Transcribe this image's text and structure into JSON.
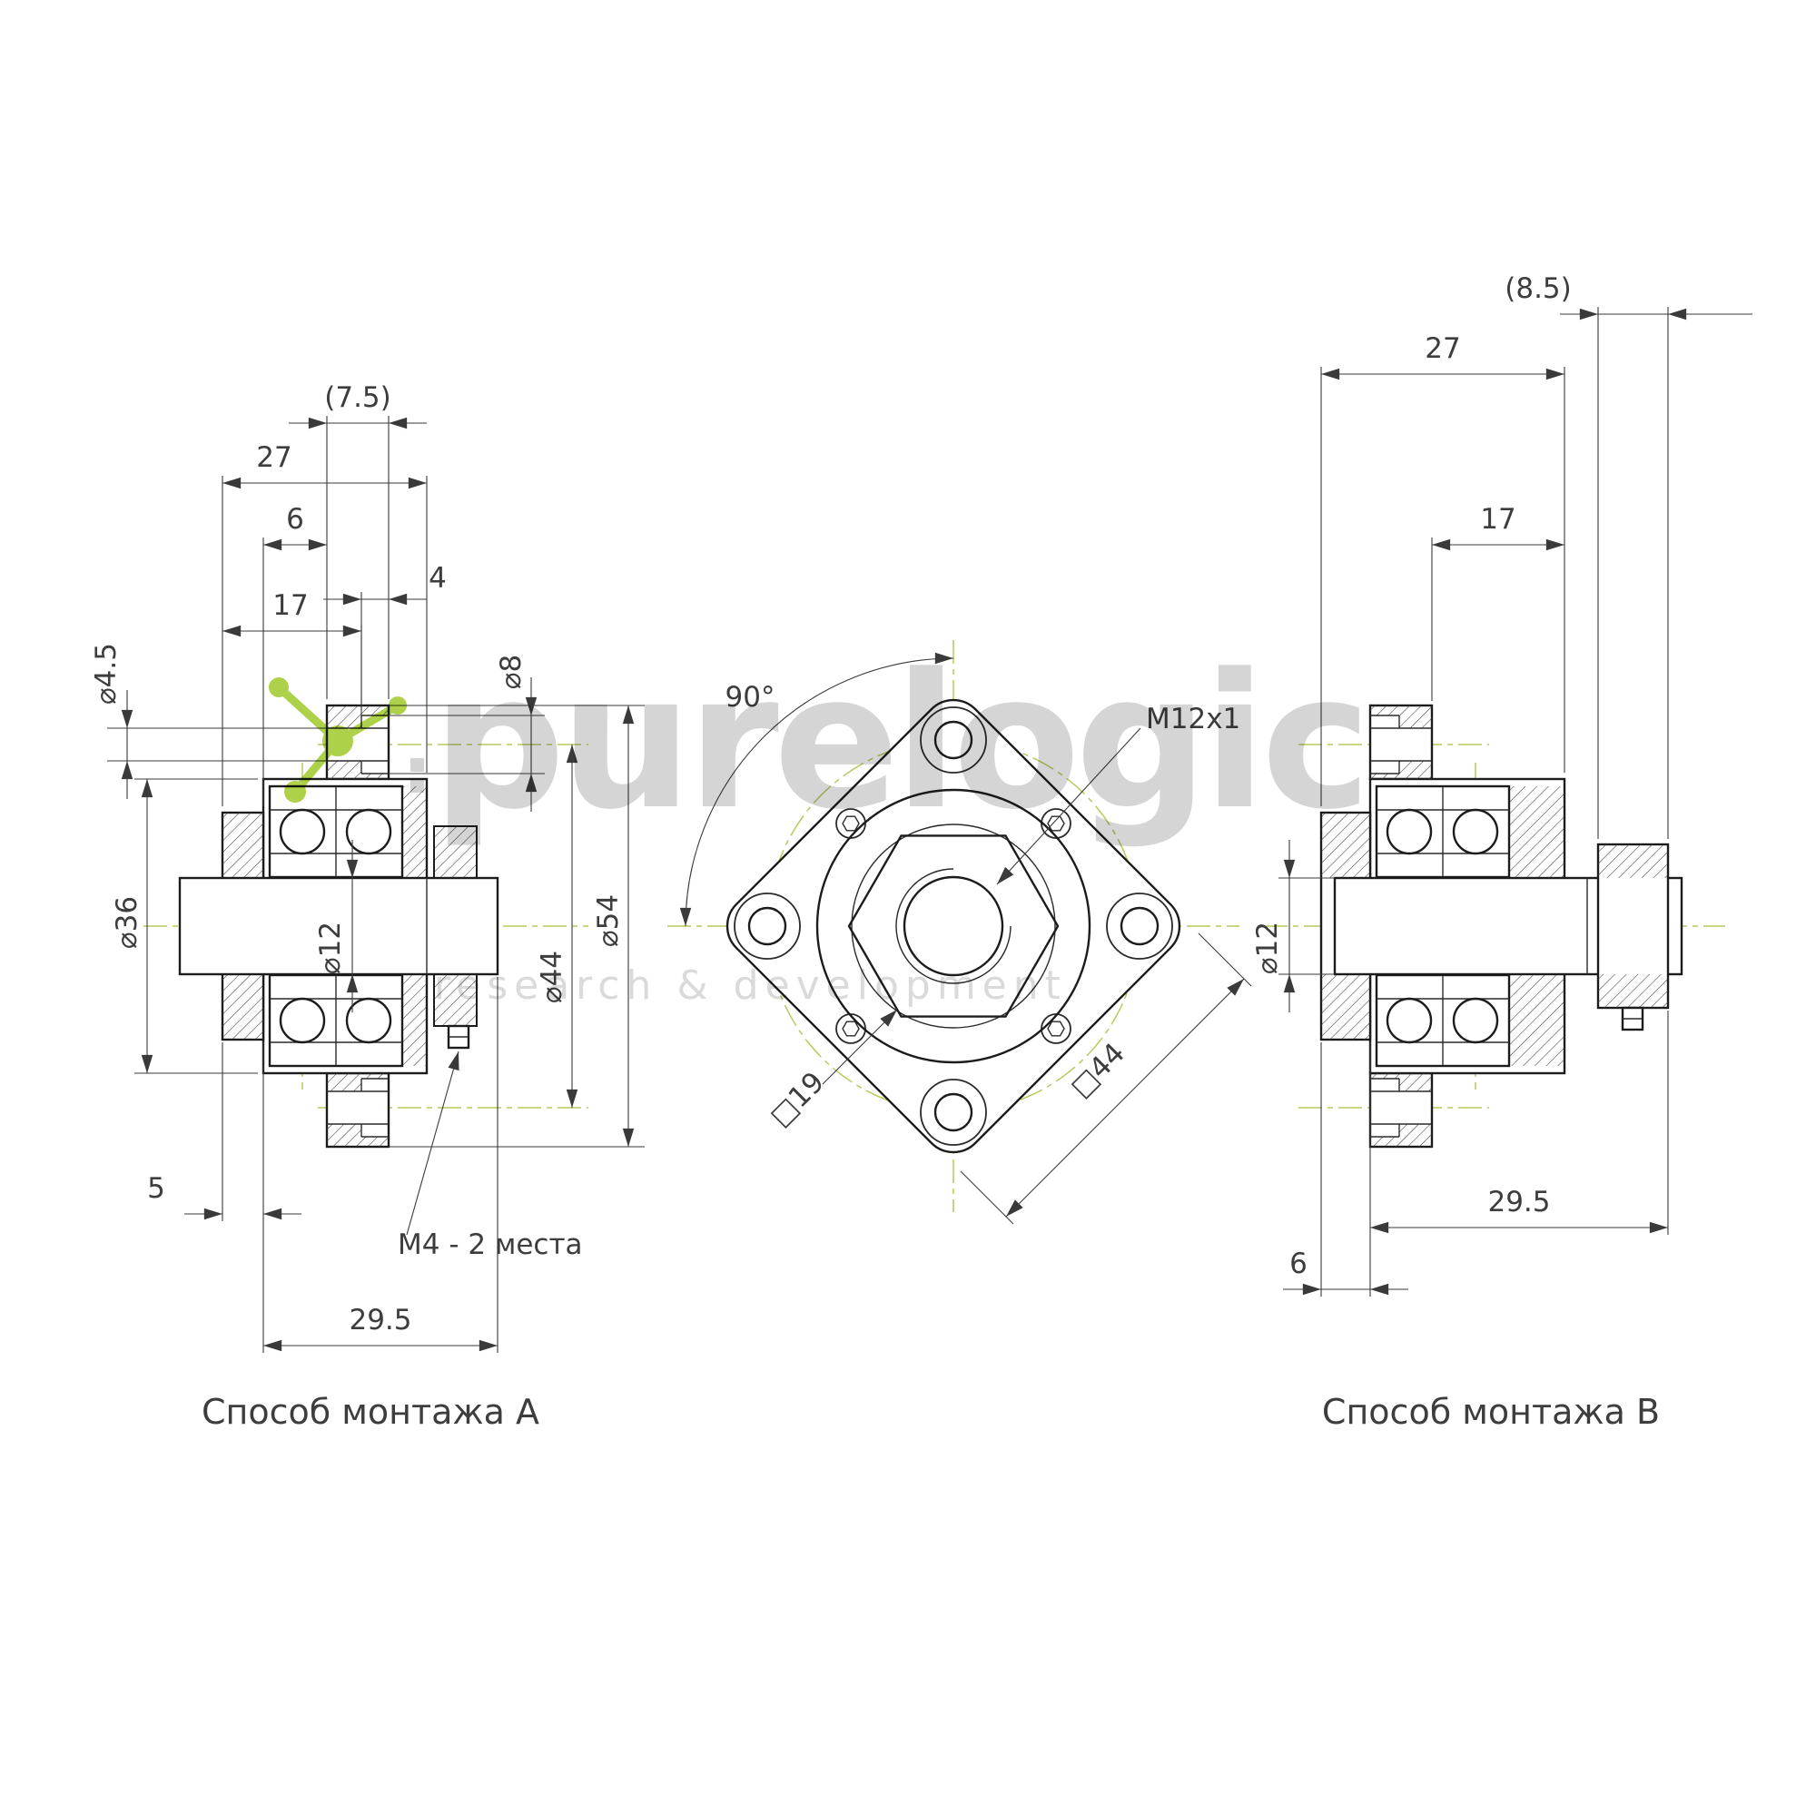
{
  "views": {
    "a": {
      "caption": "Способ монтажа A",
      "d_flange_thk": "(7.5)",
      "d_27": "27",
      "d_6": "6",
      "d_4": "4",
      "d_17": "17",
      "d_hole": "⌀4.5",
      "d_cbore": "⌀8",
      "d_36": "⌀36",
      "d_12": "⌀12",
      "d_44": "⌀44",
      "d_54": "⌀54",
      "d_5": "5",
      "d_m4": "M4 - 2 места",
      "d_295": "29.5"
    },
    "front": {
      "d_angle": "90°",
      "d_thread": "M12x1",
      "d_sq19": "□19",
      "d_sq44": "□44"
    },
    "b": {
      "caption": "Способ монтажа B",
      "d_nut": "(8.5)",
      "d_27": "27",
      "d_17": "17",
      "d_12": "⌀12",
      "d_295": "29.5",
      "d_6": "6"
    }
  },
  "watermark": {
    "brand": "purelogic",
    "tagline": "research & development",
    "accent": "#a6ce39",
    "gray": "#d2d2d2"
  },
  "colors": {
    "line": "#1c1c1c",
    "centerline": "#b9c95e",
    "dim": "#3a3a3a"
  }
}
